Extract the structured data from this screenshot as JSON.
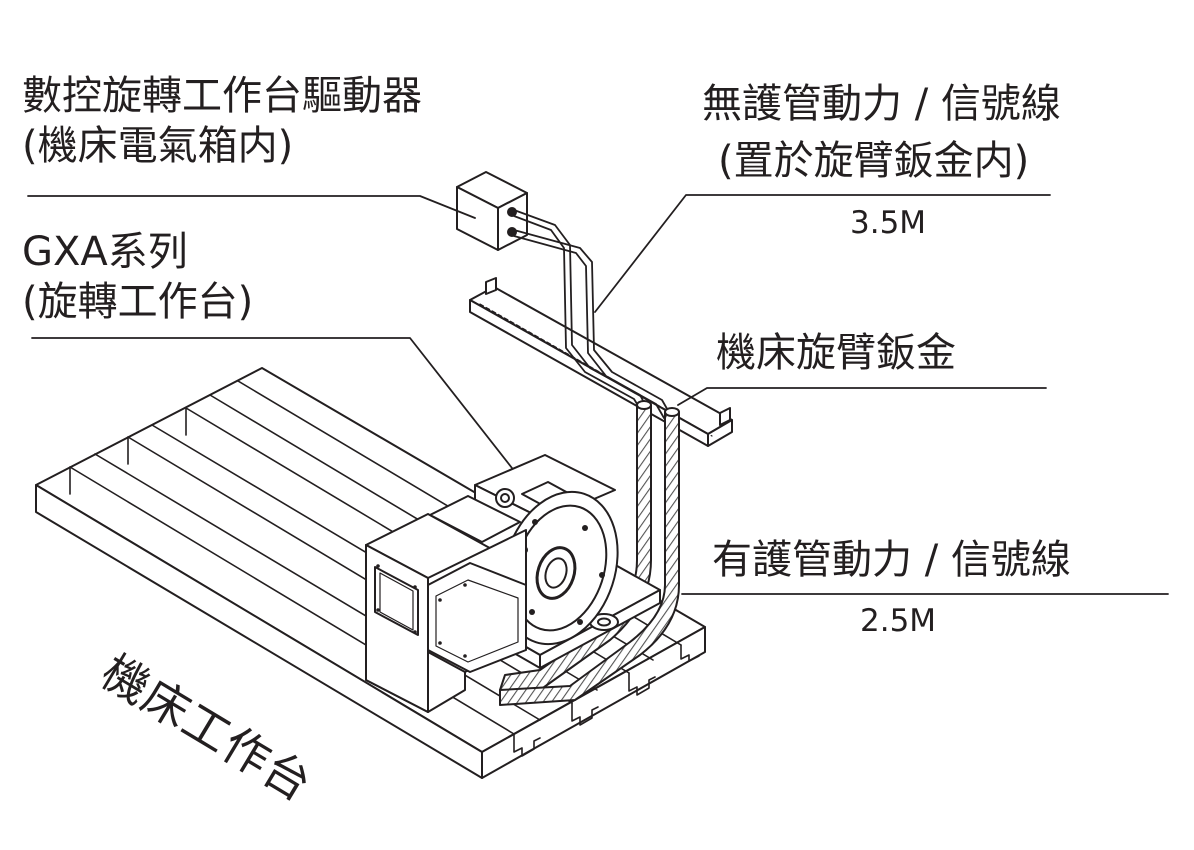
{
  "labels": {
    "driver_line1": "數控旋轉工作台驅動器",
    "driver_line2": "(機床電氣箱内)",
    "gxa_line1": "GXA系列",
    "gxa_line2": "(旋轉工作台)",
    "unprotected_line1": "無護管動力 / 信號線",
    "unprotected_line2": "(置於旋臂鈑金内)",
    "unprotected_length": "3.5M",
    "arm": "機床旋臂鈑金",
    "protected_line1": "有護管動力 / 信號線",
    "protected_length": "2.5M",
    "table": "機床工作台"
  },
  "colors": {
    "line": "#231f20",
    "fill": "#ffffff",
    "shade": "#d9d9d9",
    "hatch": "#8a8a8a"
  }
}
